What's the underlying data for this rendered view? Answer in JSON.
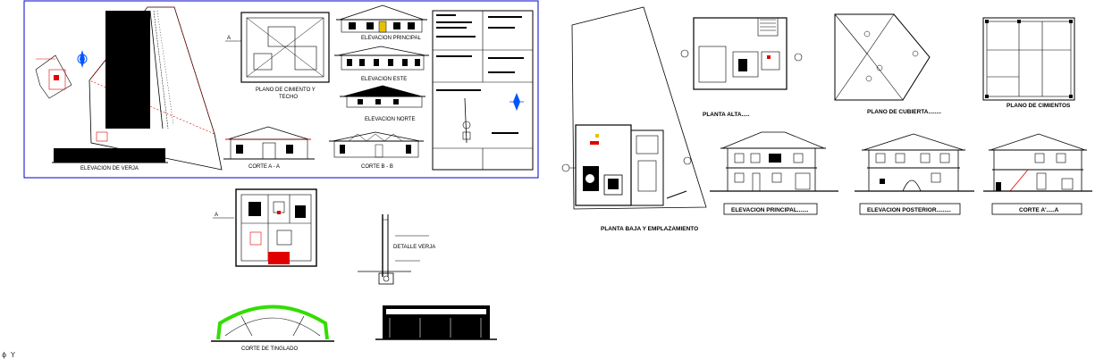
{
  "drawing": {
    "sheet_labels": {
      "elevacion_verja": "ELEVACION DE VERJA",
      "plano_cimiento_left_1": "PLANO DE CIMIENTO Y",
      "plano_cimiento_left_2": "TECHO",
      "elevacion_principal_small": "ELEVACION PRINCIPAL",
      "elevacion_este": "ELEVACION ESTE",
      "elevacion_norte": "ELEVACION NORTE",
      "corte_aa_left": "CORTE A - A",
      "corte_bb": "CORTE B - B",
      "planta_baja": "PLANTA BAJA Y EMPLAZAMIENTO",
      "planta_alta": "PLANTA ALTA.....",
      "plano_cubierta": "PLANO DE CUBIERTA........",
      "plano_cimientos": "PLANO DE CIMIENTOS",
      "elevacion_principal": "ELEVACION PRINCIPAL.......",
      "elevacion_posterior": "ELEVACION POSTERIOR.........",
      "corte_aa_right": "CORTE A'.....A",
      "detalle_verja": "DETALLE VERJA",
      "corte_entinglado": "CORTE DE TINGLADO"
    },
    "ucs_icon": "ucs-axis-icon",
    "colors": {
      "frame_blue": "#0000cc",
      "drawing_black": "#000000",
      "accent_red": "#e00000",
      "tinglado_green": "#33dd00",
      "symbol_blue": "#0055ff",
      "footing_yellow": "#e8c000"
    }
  }
}
